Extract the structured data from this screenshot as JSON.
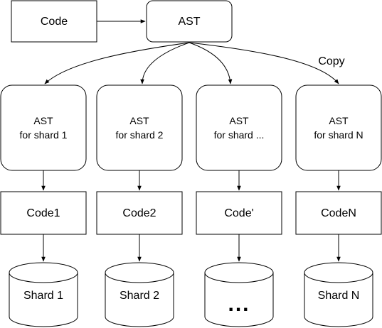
{
  "diagram": {
    "code_label": "Code",
    "ast_label": "AST",
    "copy_label": "Copy",
    "shards": [
      {
        "ast_line1": "AST",
        "ast_line2": "for shard 1",
        "code_label": "Code1",
        "db_label": "Shard 1"
      },
      {
        "ast_line1": "AST",
        "ast_line2": "for shard 2",
        "code_label": "Code2",
        "db_label": "Shard 2"
      },
      {
        "ast_line1": "AST",
        "ast_line2": "for shard ...",
        "code_label": "Code'",
        "db_label": "..."
      },
      {
        "ast_line1": "AST",
        "ast_line2": "for shard N",
        "code_label": "CodeN",
        "db_label": "Shard N"
      }
    ]
  }
}
